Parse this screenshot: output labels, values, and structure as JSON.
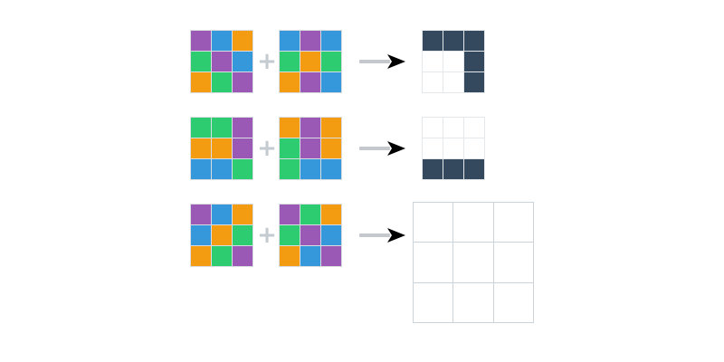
{
  "palette": {
    "purple": "#9b59b6",
    "blue": "#3498db",
    "green": "#2ecc71",
    "orange": "#f39c12",
    "dark_slate": "#34495e",
    "white": "#ffffff",
    "input_grid_line": "#d9dde2",
    "output_grid_line": "#e4e8eb",
    "empty_grid_line": "#ccd3d9",
    "operator_gray": "#c3cad0",
    "arrow_shaft_gray": "#c5c9cd",
    "arrow_head_black": "#000000"
  },
  "operator_label": "+",
  "rows": [
    {
      "input_a": [
        [
          "purple",
          "blue",
          "orange"
        ],
        [
          "green",
          "purple",
          "blue"
        ],
        [
          "orange",
          "green",
          "purple"
        ]
      ],
      "input_b": [
        [
          "blue",
          "purple",
          "blue"
        ],
        [
          "green",
          "orange",
          "green"
        ],
        [
          "orange",
          "purple",
          "blue"
        ]
      ],
      "output": [
        [
          "dark_slate",
          "dark_slate",
          "dark_slate"
        ],
        [
          "white",
          "white",
          "dark_slate"
        ],
        [
          "white",
          "white",
          "dark_slate"
        ]
      ],
      "output_size": "small"
    },
    {
      "input_a": [
        [
          "green",
          "green",
          "purple"
        ],
        [
          "orange",
          "orange",
          "purple"
        ],
        [
          "blue",
          "blue",
          "green"
        ]
      ],
      "input_b": [
        [
          "orange",
          "purple",
          "orange"
        ],
        [
          "green",
          "purple",
          "orange"
        ],
        [
          "green",
          "blue",
          "blue"
        ]
      ],
      "output": [
        [
          "white",
          "white",
          "white"
        ],
        [
          "white",
          "white",
          "white"
        ],
        [
          "dark_slate",
          "dark_slate",
          "dark_slate"
        ]
      ],
      "output_size": "small"
    },
    {
      "input_a": [
        [
          "purple",
          "blue",
          "orange"
        ],
        [
          "blue",
          "orange",
          "green"
        ],
        [
          "orange",
          "green",
          "purple"
        ]
      ],
      "input_b": [
        [
          "purple",
          "green",
          "orange"
        ],
        [
          "green",
          "purple",
          "blue"
        ],
        [
          "orange",
          "blue",
          "purple"
        ]
      ],
      "output": [
        [
          "white",
          "white",
          "white"
        ],
        [
          "white",
          "white",
          "white"
        ],
        [
          "white",
          "white",
          "white"
        ]
      ],
      "output_size": "large"
    }
  ]
}
